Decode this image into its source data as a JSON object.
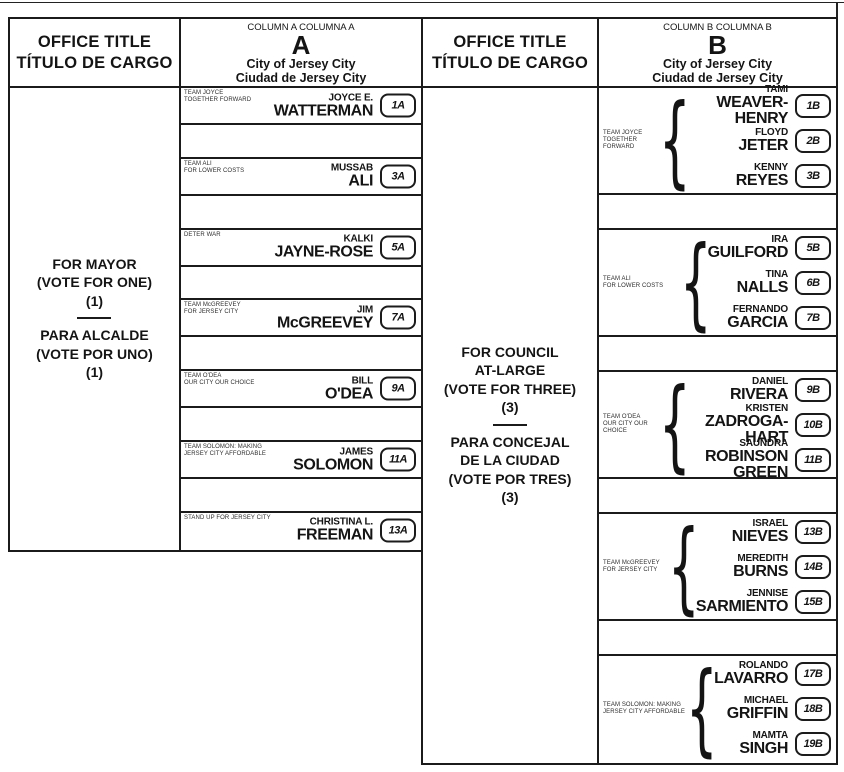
{
  "icons": {
    "group_brace": "{"
  },
  "office1": {
    "title": "OFFICE TITLE\nTÍTULO DE CARGO",
    "contest_en": "FOR MAYOR\n(VOTE FOR ONE)\n(1)",
    "contest_es": "PARA ALCALDE\n(VOTE POR UNO)\n(1)"
  },
  "office2": {
    "title": "OFFICE TITLE\nTÍTULO DE CARGO",
    "contest_en": "FOR COUNCIL\nAT-LARGE\n(VOTE FOR THREE)\n(3)",
    "contest_es": "PARA CONCEJAL\nDE LA CIUDAD\n(VOTE POR TRES)\n(3)"
  },
  "column_a": {
    "header_small": "COLUMN A COLUMNA A",
    "letter": "A",
    "city": "City of Jersey City\nCiudad de Jersey City",
    "rows": [
      {
        "slogan": "TEAM JOYCE\nTOGETHER FORWARD",
        "first": "JOYCE E.",
        "last": "WATTERMAN",
        "bubble": "1A"
      },
      {
        "slogan": "TEAM ALI\nFOR LOWER COSTS",
        "first": "MUSSAB",
        "last": "ALI",
        "bubble": "3A"
      },
      {
        "slogan": "DETER WAR",
        "first": "KALKI",
        "last": "JAYNE-ROSE",
        "bubble": "5A"
      },
      {
        "slogan": "TEAM McGREEVEY\nFOR JERSEY CITY",
        "first": "JIM",
        "last": "McGREEVEY",
        "bubble": "7A"
      },
      {
        "slogan": "TEAM O'DEA\nOUR CITY OUR CHOICE",
        "first": "BILL",
        "last": "O'DEA",
        "bubble": "9A"
      },
      {
        "slogan": "TEAM SOLOMON: MAKING\nJERSEY CITY AFFORDABLE",
        "first": "JAMES",
        "last": "SOLOMON",
        "bubble": "11A"
      },
      {
        "slogan": "STAND UP FOR JERSEY CITY",
        "first": "CHRISTINA L.",
        "last": "FREEMAN",
        "bubble": "13A"
      }
    ]
  },
  "column_b": {
    "header_small": "COLUMN B COLUMNA B",
    "letter": "B",
    "city": "City of Jersey City\nCiudad de Jersey City",
    "groups": [
      {
        "slogan": "TEAM JOYCE\nTOGETHER FORWARD",
        "candidates": [
          {
            "first": "TAMI",
            "last": "WEAVER-HENRY",
            "bubble": "1B"
          },
          {
            "first": "FLOYD",
            "last": "JETER",
            "bubble": "2B"
          },
          {
            "first": "KENNY",
            "last": "REYES",
            "bubble": "3B"
          }
        ]
      },
      {
        "slogan": "TEAM ALI\nFOR LOWER COSTS",
        "candidates": [
          {
            "first": "IRA",
            "last": "GUILFORD",
            "bubble": "5B"
          },
          {
            "first": "TINA",
            "last": "NALLS",
            "bubble": "6B"
          },
          {
            "first": "FERNANDO",
            "last": "GARCIA",
            "bubble": "7B"
          }
        ]
      },
      {
        "slogan": "TEAM O'DEA\nOUR CITY OUR CHOICE",
        "candidates": [
          {
            "first": "DANIEL",
            "last": "RIVERA",
            "bubble": "9B"
          },
          {
            "first": "KRISTEN",
            "last": "ZADROGA-HART",
            "bubble": "10B"
          },
          {
            "first": "SAUNDRA",
            "last": "ROBINSON GREEN",
            "bubble": "11B"
          }
        ]
      },
      {
        "slogan": "TEAM McGREEVEY\nFOR JERSEY CITY",
        "candidates": [
          {
            "first": "ISRAEL",
            "last": "NIEVES",
            "bubble": "13B"
          },
          {
            "first": "MEREDITH",
            "last": "BURNS",
            "bubble": "14B"
          },
          {
            "first": "JENNISE",
            "last": "SARMIENTO",
            "bubble": "15B"
          }
        ]
      },
      {
        "slogan": "TEAM SOLOMON: MAKING\nJERSEY CITY AFFORDABLE",
        "candidates": [
          {
            "first": "ROLANDO",
            "last": "LAVARRO",
            "bubble": "17B"
          },
          {
            "first": "MICHAEL",
            "last": "GRIFFIN",
            "bubble": "18B"
          },
          {
            "first": "MAMTA",
            "last": "SINGH",
            "bubble": "19B"
          }
        ]
      }
    ]
  }
}
